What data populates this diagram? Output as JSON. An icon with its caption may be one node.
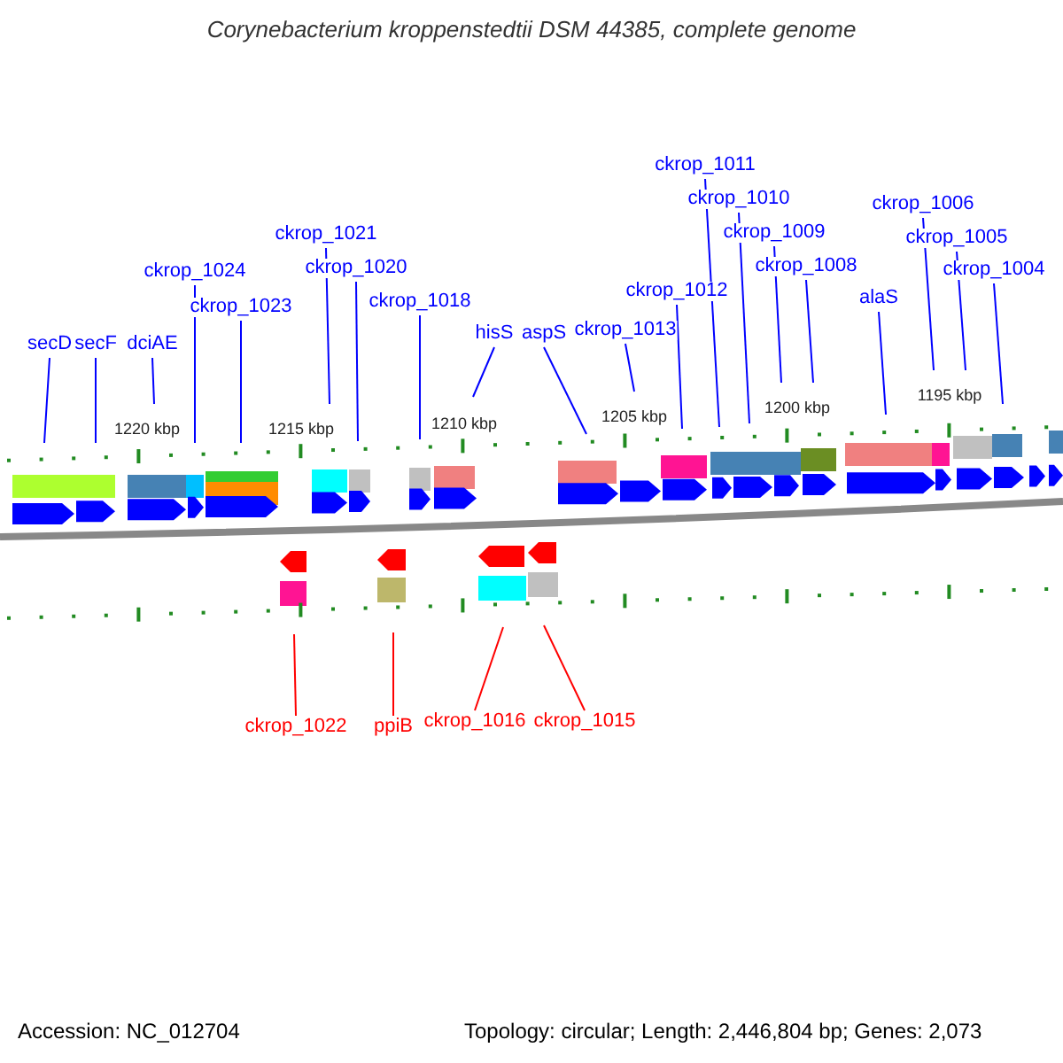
{
  "diagram": {
    "title": "Corynebacterium kroppenstedtii DSM 44385, complete genome",
    "nodes": [
      {
        "text": [
          "secD"
        ]
      },
      {
        "text": [
          "secF"
        ]
      },
      {
        "text": [
          "dciAE"
        ]
      },
      {
        "text": [
          "ckrop_1024"
        ]
      },
      {
        "text": [
          "ckrop_1023"
        ]
      },
      {
        "text": [
          "ckrop_1021"
        ]
      },
      {
        "text": [
          "ckrop_1020"
        ]
      },
      {
        "text": [
          "ckrop_1018"
        ]
      },
      {
        "text": [
          "hisS"
        ]
      },
      {
        "text": [
          "aspS"
        ]
      },
      {
        "text": [
          "ckrop_1013"
        ]
      },
      {
        "text": [
          "ckrop_1012"
        ]
      },
      {
        "text": [
          "ckrop_1011"
        ]
      },
      {
        "text": [
          "ckrop_1010"
        ]
      },
      {
        "text": [
          "ckrop_1009"
        ]
      },
      {
        "text": [
          "ckrop_1008"
        ]
      },
      {
        "text": [
          "alaS"
        ]
      },
      {
        "text": [
          "ckrop_1006"
        ]
      },
      {
        "text": [
          "ckrop_1005"
        ]
      },
      {
        "text": [
          "ckrop_1004"
        ]
      },
      {
        "text": [
          "ckrop_1022"
        ]
      },
      {
        "text": [
          "ppiB"
        ]
      },
      {
        "text": [
          "ckrop_1016"
        ]
      },
      {
        "text": [
          "ckrop_1015"
        ]
      }
    ],
    "edges": [
      {
        "from": 0,
        "to": null,
        "arrow": "none"
      },
      {
        "from": 1,
        "to": null,
        "arrow": "none"
      },
      {
        "from": 2,
        "to": null,
        "arrow": "none"
      },
      {
        "from": 3,
        "to": null,
        "arrow": "none"
      },
      {
        "from": 4,
        "to": null,
        "arrow": "none"
      },
      {
        "from": 5,
        "to": null,
        "arrow": "none"
      },
      {
        "from": 6,
        "to": null,
        "arrow": "none"
      },
      {
        "from": 7,
        "to": null,
        "arrow": "none"
      },
      {
        "from": 8,
        "to": null,
        "arrow": "none"
      },
      {
        "from": 9,
        "to": null,
        "arrow": "none"
      },
      {
        "from": 10,
        "to": null,
        "arrow": "none"
      },
      {
        "from": 11,
        "to": null,
        "arrow": "none"
      },
      {
        "from": 12,
        "to": null,
        "arrow": "none"
      },
      {
        "from": 13,
        "to": null,
        "arrow": "none"
      },
      {
        "from": 14,
        "to": null,
        "arrow": "none"
      },
      {
        "from": 15,
        "to": null,
        "arrow": "none"
      },
      {
        "from": 16,
        "to": null,
        "arrow": "none"
      },
      {
        "from": 17,
        "to": null,
        "arrow": "none"
      },
      {
        "from": 18,
        "to": null,
        "arrow": "none"
      },
      {
        "from": 19,
        "to": null,
        "arrow": "none"
      },
      {
        "from": 20,
        "to": null,
        "arrow": "none",
        "color": "#ff0000"
      },
      {
        "from": 21,
        "to": null,
        "arrow": "none",
        "color": "#ff0000"
      },
      {
        "from": 22,
        "to": null,
        "arrow": "none",
        "color": "#ff0000"
      },
      {
        "from": 23,
        "to": null,
        "arrow": "none",
        "color": "#ff0000"
      }
    ],
    "labels": [
      "1220 kbp",
      "1215 kbp",
      "1210 kbp",
      "1205 kbp",
      "1200 kbp",
      "1195 kbp",
      "Accession: NC_012704",
      "Topology: circular; Length: 2,446,804 bp; Genes: 2,073"
    ]
  }
}
